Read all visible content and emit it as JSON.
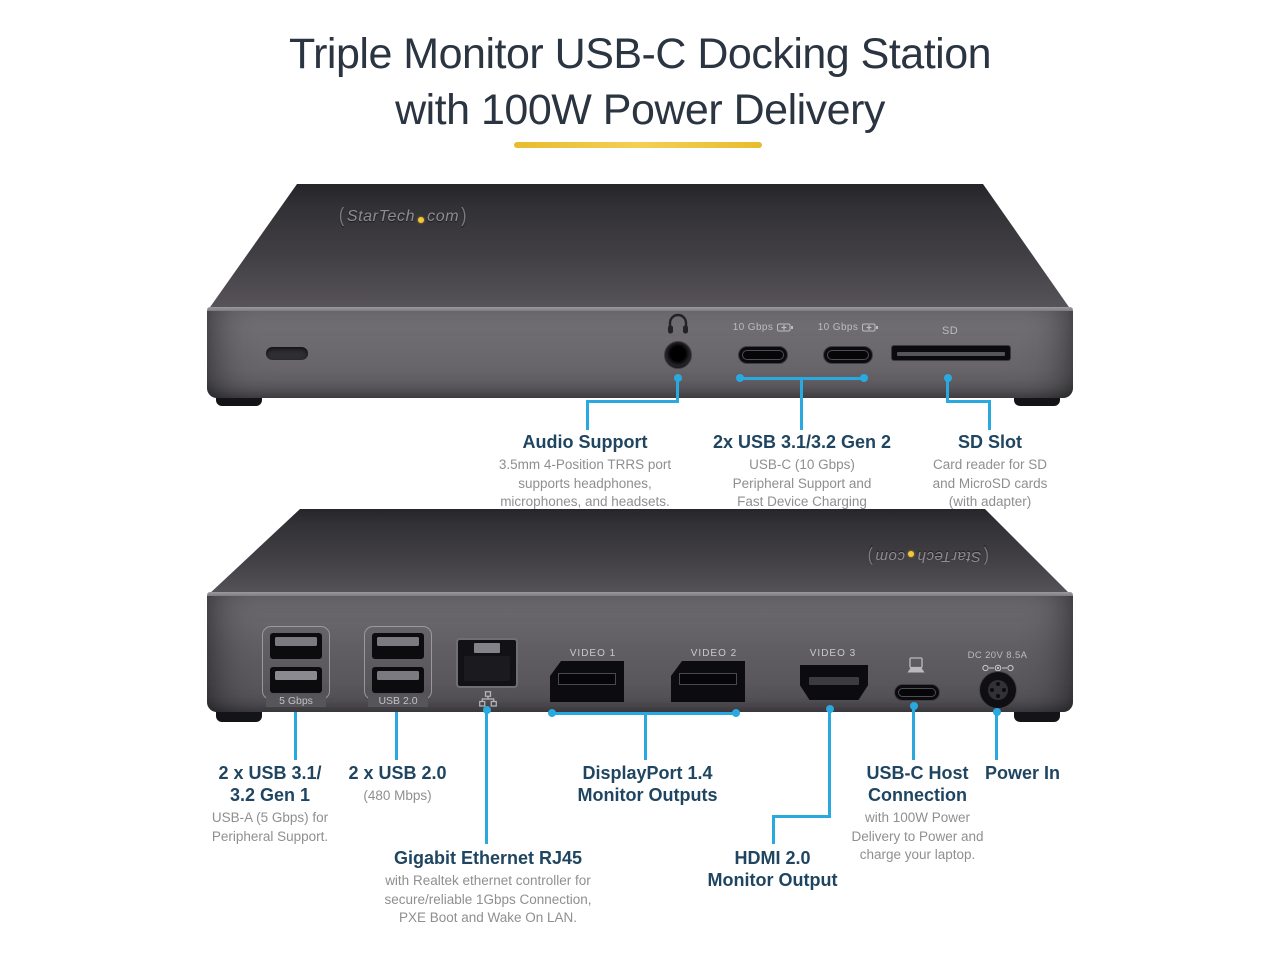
{
  "title": {
    "line1": "Triple Monitor USB-C Docking Station",
    "line2": "with 100W Power Delivery"
  },
  "brand": {
    "paren_open": "(",
    "part1": "StarTech",
    "part2": "com",
    "paren_close": ")"
  },
  "front_view": {
    "port_labels": {
      "usbc_left": "10 Gbps",
      "usbc_right": "10 Gbps",
      "sd": "SD"
    },
    "callouts": {
      "audio": {
        "heading": "Audio Support",
        "body": "3.5mm 4-Position TRRS port\nsupports headphones,\nmicrophones, and headsets."
      },
      "usb_gen2": {
        "heading": "2x USB 3.1/3.2 Gen 2",
        "body": "USB-C (10 Gbps)\nPeripheral Support and\nFast Device Charging"
      },
      "sd_slot": {
        "heading": "SD Slot",
        "body": "Card reader for SD\nand MicroSD cards\n(with adapter)"
      }
    }
  },
  "rear_view": {
    "port_labels": {
      "usb_gen1": "5 Gbps",
      "usb_20": "USB 2.0",
      "video1": "VIDEO 1",
      "video2": "VIDEO 2",
      "video3": "VIDEO 3",
      "power": "DC 20V 8.5A"
    },
    "callouts": {
      "usb31": {
        "heading": "2 x USB 3.1/\n3.2 Gen 1",
        "body": "USB-A (5 Gbps) for\nPeripheral Support."
      },
      "usb20": {
        "heading": "2 x USB 2.0",
        "body": "(480 Mbps)"
      },
      "ethernet": {
        "heading": "Gigabit Ethernet RJ45",
        "body": "with Realtek ethernet controller for\nsecure/reliable 1Gbps Connection,\nPXE Boot and Wake On LAN."
      },
      "displayport": {
        "heading": "DisplayPort 1.4\nMonitor Outputs",
        "body": ""
      },
      "hdmi": {
        "heading": "HDMI 2.0\nMonitor Output",
        "body": ""
      },
      "usbc_host": {
        "heading": "USB-C Host\nConnection",
        "body": "with 100W Power\nDelivery to Power and\ncharge your laptop."
      },
      "power_in": {
        "heading": "Power In",
        "body": ""
      }
    }
  },
  "colors": {
    "accent_blue": "#29a9e0",
    "heading_navy": "#1f4560",
    "body_gray": "#8f8f91",
    "underline_yellow": "#eec73c",
    "logo_star_yellow": "#f2c63d"
  }
}
